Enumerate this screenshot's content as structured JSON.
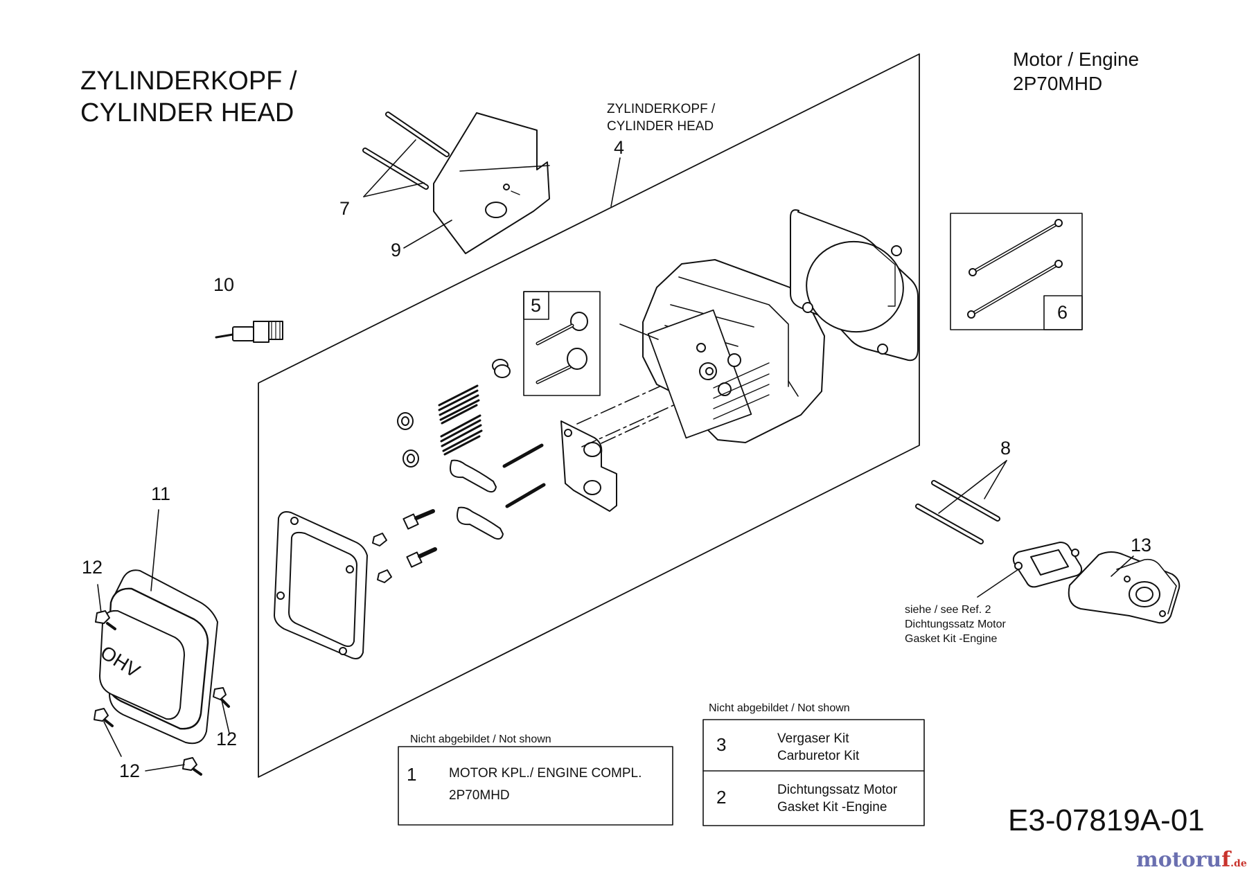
{
  "title": {
    "line1": "ZYLINDERKOPF /",
    "line2": "CYLINDER HEAD"
  },
  "engine": {
    "line1": "Motor / Engine",
    "line2": "2P70MHD"
  },
  "assembly_label": {
    "line1": "ZYLINDERKOPF /",
    "line2": "CYLINDER HEAD"
  },
  "callouts": {
    "c4": "4",
    "c5": "5",
    "c6": "6",
    "c7": "7",
    "c8": "8",
    "c9": "9",
    "c10": "10",
    "c11": "11",
    "c12a": "12",
    "c12b": "12",
    "c12c": "12",
    "c13": "13"
  },
  "see_note": {
    "line1": "siehe / see  Ref. 2",
    "line2": "Dichtungssatz Motor",
    "line3": "Gasket Kit -Engine"
  },
  "not_shown_left": {
    "header": "Nicht abgebildet / Not shown",
    "num": "1",
    "line1": "MOTOR KPL./ ENGINE COMPL.",
    "line2": "2P70MHD"
  },
  "not_shown_right": {
    "header": "Nicht abgebildet / Not shown",
    "rows": [
      {
        "num": "3",
        "line1": "Vergaser Kit",
        "line2": "Carburetor Kit"
      },
      {
        "num": "2",
        "line1": "Dichtungssatz Motor",
        "line2": "Gasket Kit -Engine"
      }
    ]
  },
  "valve_cover_text": "OHV",
  "drawing_code": "E3-07819A-01",
  "brand": {
    "main": "motoru",
    "accent": "f",
    "suffix": ".de"
  }
}
